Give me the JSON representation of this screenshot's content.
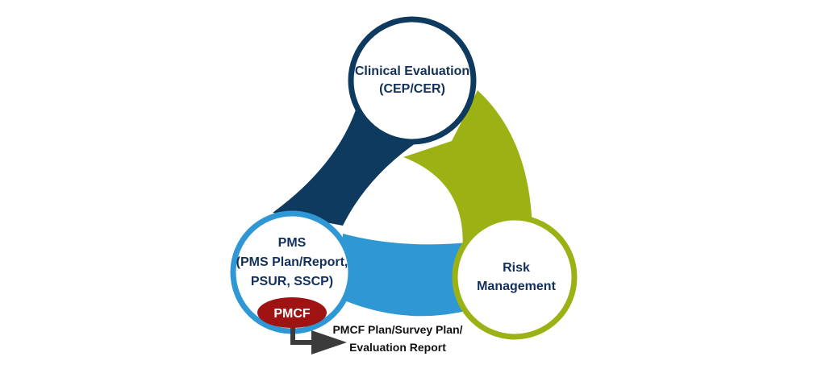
{
  "colors": {
    "clinical": "#0f3a5f",
    "risk": "#9cb114",
    "pms": "#2e97d4",
    "pmcf": "#a01313",
    "text": "#13305a",
    "arrow": "#3b3b3b",
    "background": "#ffffff"
  },
  "nodes": {
    "clinical": {
      "line1": "Clinical Evaluation",
      "line2": "(CEP/CER)"
    },
    "risk": {
      "line1": "Risk",
      "line2": "Management"
    },
    "pms": {
      "line1": "PMS",
      "line2": "(PMS Plan/Report,",
      "line3": "PSUR, SSCP)"
    }
  },
  "pmcf": {
    "label": "PMCF",
    "output_line1": "PMCF Plan/Survey Plan/",
    "output_line2": "Evaluation Report"
  }
}
